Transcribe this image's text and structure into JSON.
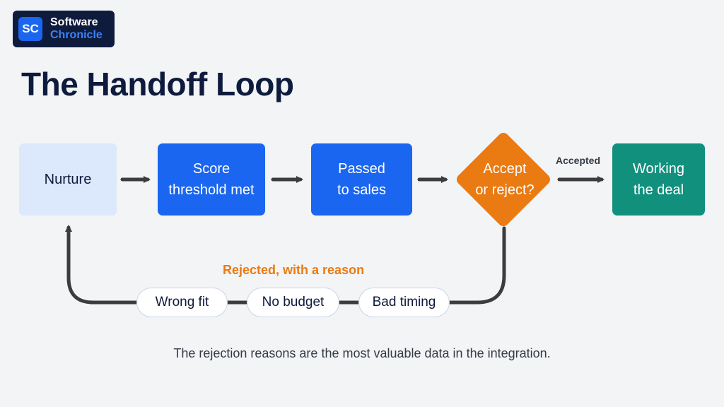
{
  "brand": {
    "mark": "SC",
    "line1": "Software",
    "line2": "Chronicle"
  },
  "title": "The Handoff Loop",
  "nodes": {
    "nurture": "Nurture",
    "score": "Score\nthreshold met",
    "passed": "Passed\nto sales",
    "decision": "Accept\nor reject?",
    "working": "Working\nthe deal"
  },
  "edges": {
    "accepted": "Accepted",
    "rejected": "Rejected, with a reason"
  },
  "reasons": [
    "Wrong fit",
    "No budget",
    "Bad timing"
  ],
  "footnote": "The rejection reasons are the most valuable data in the integration.",
  "colors": {
    "navy": "#0f1b3d",
    "blue": "#1a66f0",
    "light_blue": "#dce8fb",
    "orange": "#ea7a12",
    "teal": "#12907e",
    "arrow": "#3c3c3c"
  }
}
